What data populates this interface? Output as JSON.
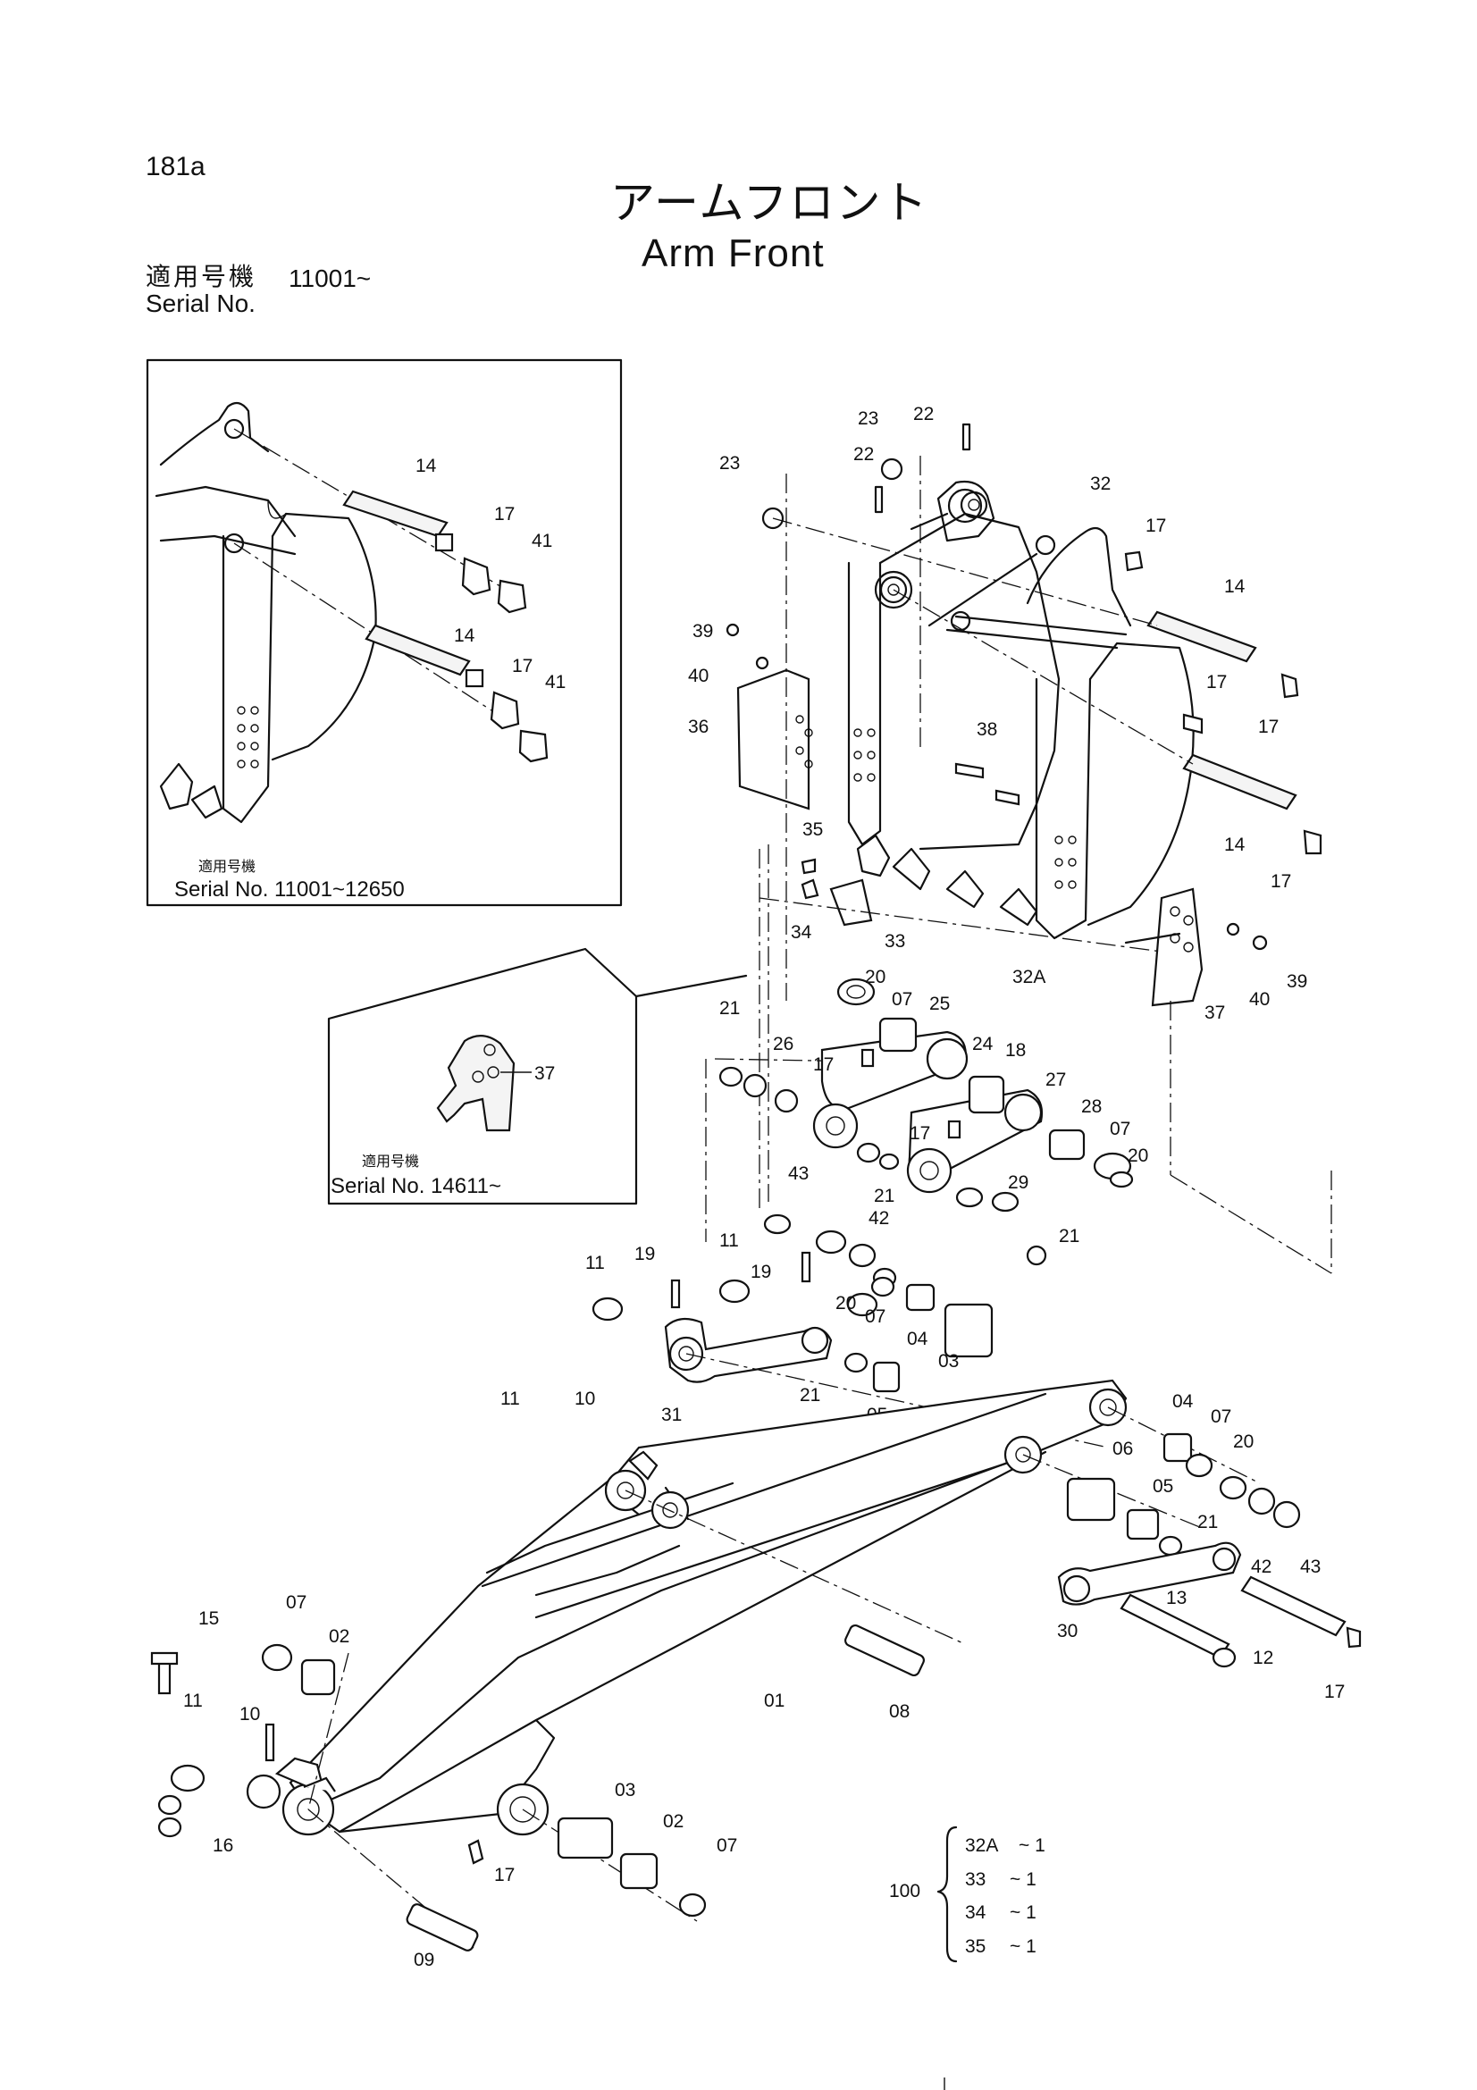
{
  "header": {
    "page_number": "181a",
    "title_jp": "アームフロント",
    "title_en": "Arm Front",
    "serial_label_jp": "適用号機",
    "serial_value": "11001~",
    "serial_label_en": "Serial No."
  },
  "insets": [
    {
      "caption_jp": "適用号機",
      "caption_en": "Serial No. 11001~12650"
    },
    {
      "caption_jp": "適用号機",
      "caption_en": "Serial No. 14611~"
    }
  ],
  "kit": {
    "number": "100",
    "items": [
      {
        "part": "32A",
        "qty": "~ 1"
      },
      {
        "part": "33",
        "qty": "~ 1"
      },
      {
        "part": "34",
        "qty": "~ 1"
      },
      {
        "part": "35",
        "qty": "~ 1"
      }
    ]
  },
  "callouts": [
    "14",
    "17",
    "41",
    "14",
    "17",
    "41",
    "23",
    "22",
    "23",
    "22",
    "32",
    "17",
    "14",
    "17",
    "39",
    "40",
    "36",
    "38",
    "17",
    "14",
    "17",
    "35",
    "34",
    "33",
    "32A",
    "37",
    "40",
    "39",
    "37",
    "20",
    "07",
    "25",
    "21",
    "26",
    "17",
    "24",
    "18",
    "27",
    "28",
    "07",
    "17",
    "20",
    "21",
    "43",
    "29",
    "42",
    "21",
    "11",
    "19",
    "11",
    "19",
    "20",
    "07",
    "04",
    "03",
    "31",
    "21",
    "05",
    "11",
    "10",
    "04",
    "07",
    "06",
    "20",
    "05",
    "21",
    "42",
    "43",
    "30",
    "13",
    "12",
    "17",
    "15",
    "07",
    "02",
    "01",
    "08",
    "11",
    "10",
    "16",
    "03",
    "02",
    "07",
    "17",
    "09"
  ]
}
